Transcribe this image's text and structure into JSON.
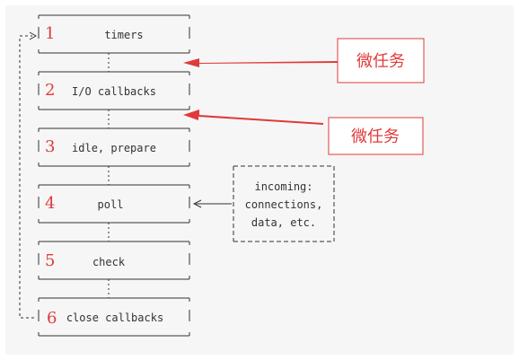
{
  "phases": [
    {
      "number": "1",
      "label": "timers"
    },
    {
      "number": "2",
      "label": "I/O callbacks"
    },
    {
      "number": "3",
      "label": "idle, prepare"
    },
    {
      "number": "4",
      "label": "poll"
    },
    {
      "number": "5",
      "label": "check"
    },
    {
      "number": "6",
      "label": "close callbacks"
    }
  ],
  "incoming": {
    "lines": [
      "incoming:",
      "connections,",
      "data, etc."
    ]
  },
  "annotations": [
    {
      "text": "微任务"
    },
    {
      "text": "微任务"
    }
  ],
  "colors": {
    "accent": "#e03a3a",
    "line": "#333333",
    "background": "#f6f6f6"
  }
}
